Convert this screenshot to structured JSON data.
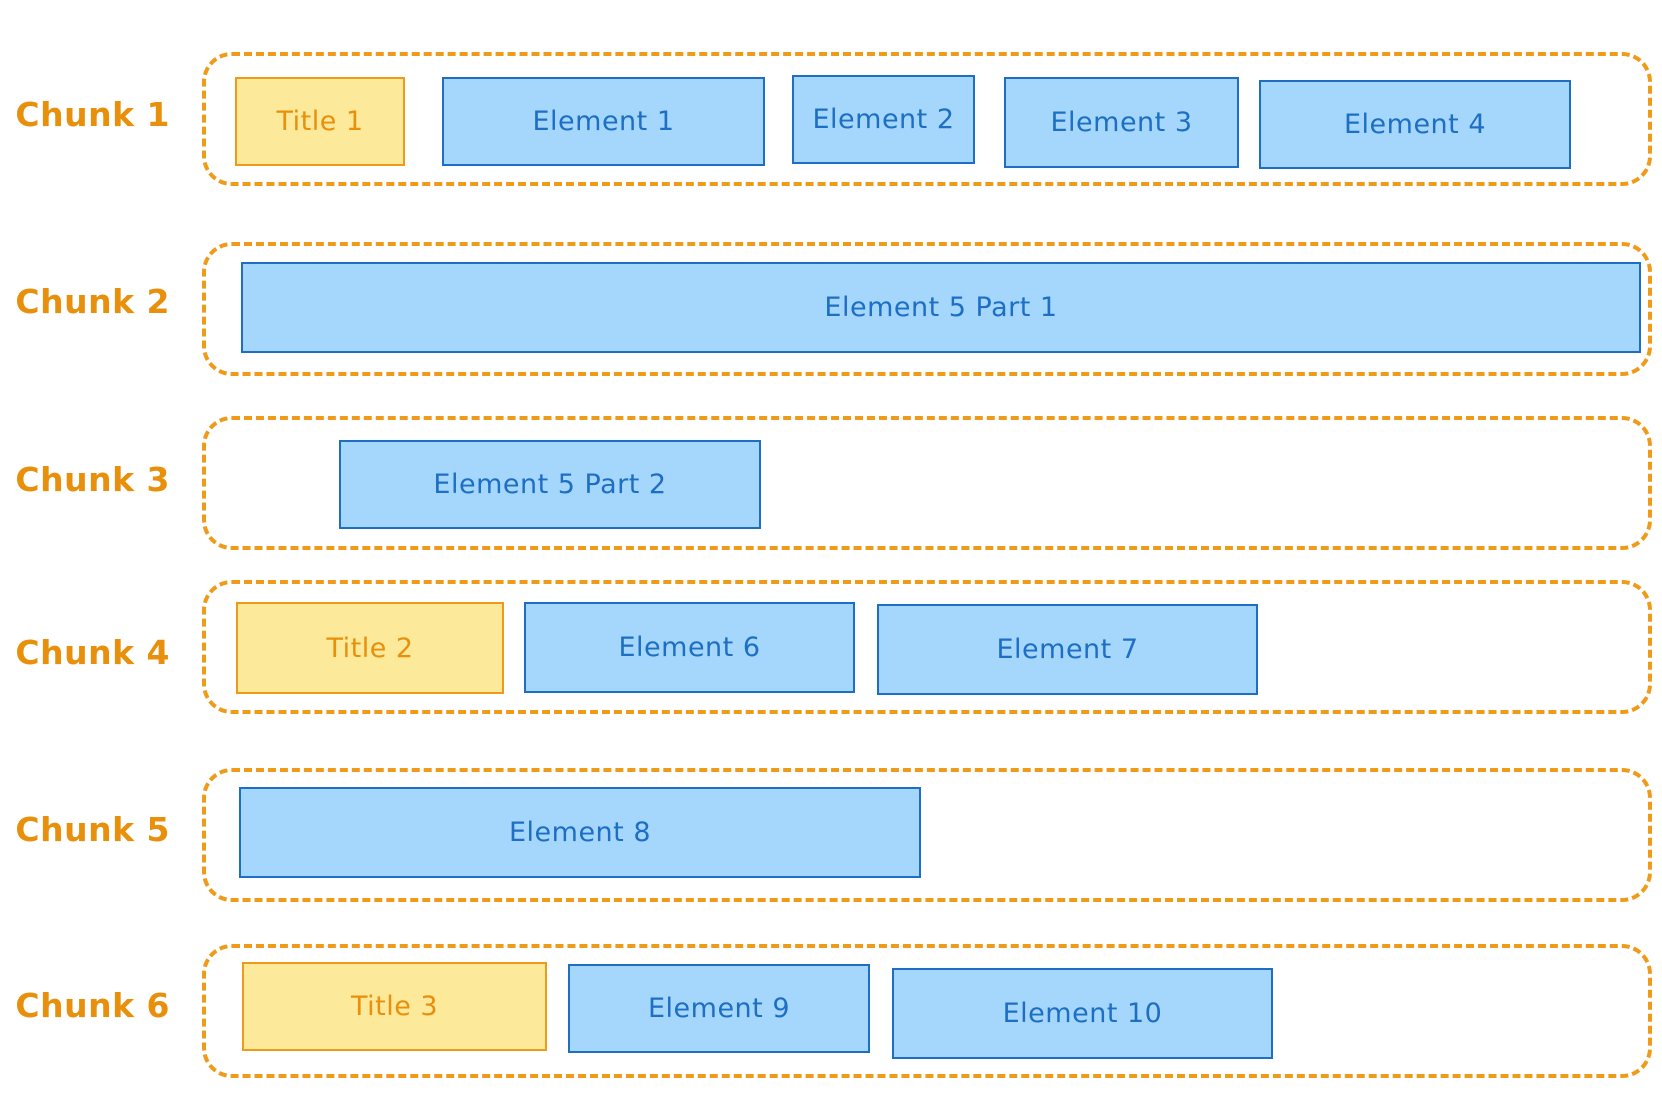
{
  "rows": [
    {
      "label": "Chunk 1",
      "boxes": [
        {
          "kind": "title",
          "label": "Title 1"
        },
        {
          "kind": "element",
          "label": "Element 1"
        },
        {
          "kind": "element",
          "label": "Element 2"
        },
        {
          "kind": "element",
          "label": "Element 3"
        },
        {
          "kind": "element",
          "label": "Element 4"
        }
      ]
    },
    {
      "label": "Chunk 2",
      "boxes": [
        {
          "kind": "element",
          "label": "Element 5 Part 1"
        }
      ]
    },
    {
      "label": "Chunk 3",
      "boxes": [
        {
          "kind": "element",
          "label": "Element 5 Part 2"
        }
      ]
    },
    {
      "label": "Chunk 4",
      "boxes": [
        {
          "kind": "title",
          "label": "Title 2"
        },
        {
          "kind": "element",
          "label": "Element 6"
        },
        {
          "kind": "element",
          "label": "Element 7"
        }
      ]
    },
    {
      "label": "Chunk 5",
      "boxes": [
        {
          "kind": "element",
          "label": "Element 8"
        }
      ]
    },
    {
      "label": "Chunk 6",
      "boxes": [
        {
          "kind": "title",
          "label": "Title 3"
        },
        {
          "kind": "element",
          "label": "Element 9"
        },
        {
          "kind": "element",
          "label": "Element 10"
        }
      ]
    }
  ],
  "colors": {
    "chunk_border": "#f09a1a",
    "chunk_label": "#e8900c",
    "element_fill": "#a5d7fc",
    "element_border": "#1e6fc4",
    "title_fill": "#fde99a",
    "title_border": "#f09a1a"
  }
}
